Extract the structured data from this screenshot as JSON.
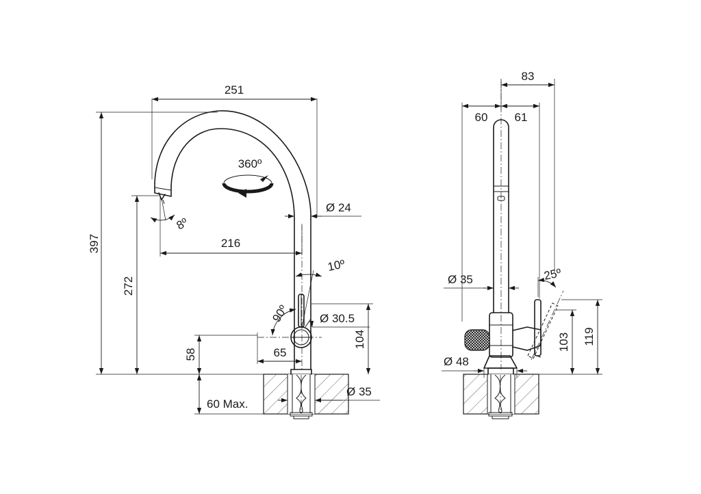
{
  "colors": {
    "ink": "#1a1a1a",
    "background": "#ffffff"
  },
  "side_view": {
    "dims": {
      "width_251": "251",
      "rotation": "360º",
      "pipe_diameter": "Ø 24",
      "tilt_8": "8º",
      "reach_216": "216",
      "tilt_10": "10º",
      "height_397": "397",
      "height_272": "272",
      "lever_angle": "90º",
      "body_diameter": "Ø 30.5",
      "height_104": "104",
      "lever_65": "65",
      "height_58": "58",
      "hole_diameter": "Ø 35",
      "counter_thickness": "60 Max."
    }
  },
  "front_view": {
    "dims": {
      "width_83": "83",
      "left_60": "60",
      "right_61": "61",
      "pipe_diameter": "Ø 35",
      "lever_angle": "25º",
      "base_diameter": "Ø 48",
      "height_103": "103",
      "height_119": "119"
    }
  }
}
